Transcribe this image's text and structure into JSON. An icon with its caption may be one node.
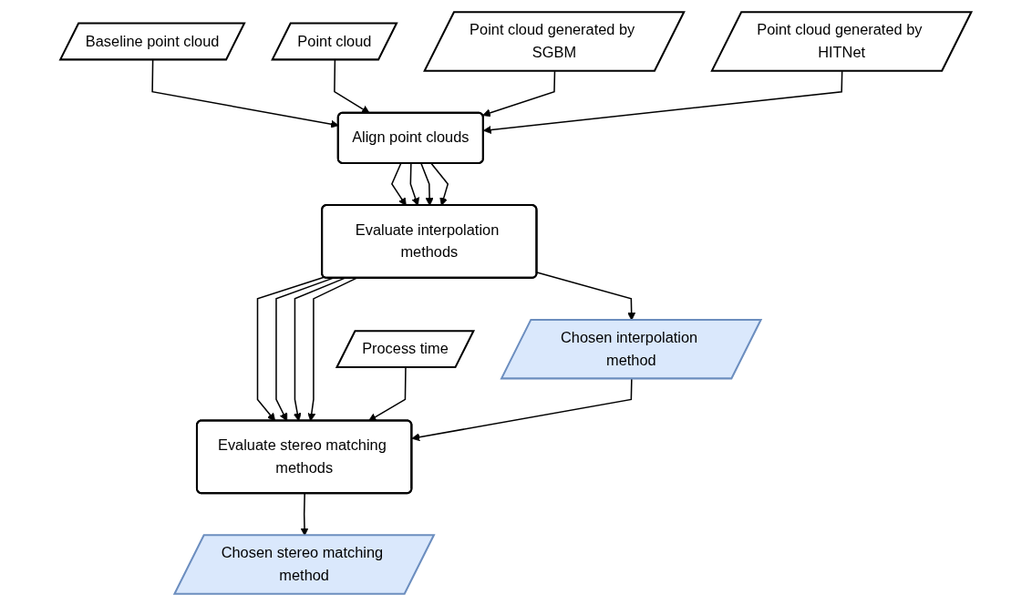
{
  "diagram": {
    "nodes": [
      {
        "text": [
          "Baseline point cloud"
        ]
      },
      {
        "text": [
          "Point cloud"
        ]
      },
      {
        "text": [
          "Point cloud generated by SGBM"
        ]
      },
      {
        "text": [
          "Point cloud generated by HITNet"
        ]
      },
      {
        "text": [
          "Align point clouds"
        ]
      },
      {
        "text": [
          "Process time"
        ]
      },
      {
        "text": [
          "Evaluate interpolation methods"
        ]
      },
      {
        "text": [
          "Chosen interpolation method"
        ]
      },
      {
        "text": [
          "Evaluate stereo matching methods"
        ]
      },
      {
        "text": [
          "Chosen stereo matching method"
        ]
      }
    ],
    "edges": [
      {
        "from": 0,
        "to": 4,
        "arrow": "to"
      },
      {
        "from": 1,
        "to": 4,
        "arrow": "to"
      },
      {
        "from": 2,
        "to": 4,
        "arrow": "to"
      },
      {
        "from": 3,
        "to": 4,
        "arrow": "to"
      },
      {
        "from": 4,
        "to": 6,
        "arrow": "to"
      },
      {
        "from": 4,
        "to": 6,
        "arrow": "to"
      },
      {
        "from": 4,
        "to": 6,
        "arrow": "to"
      },
      {
        "from": 4,
        "to": 6,
        "arrow": "to"
      },
      {
        "from": 6,
        "to": 7,
        "arrow": "to"
      },
      {
        "from": 6,
        "to": 8,
        "arrow": "to"
      },
      {
        "from": 6,
        "to": 8,
        "arrow": "to"
      },
      {
        "from": 6,
        "to": 8,
        "arrow": "to"
      },
      {
        "from": 6,
        "to": 8,
        "arrow": "to"
      },
      {
        "from": 5,
        "to": 8,
        "arrow": "to"
      },
      {
        "from": 7,
        "to": 8,
        "arrow": "to"
      },
      {
        "from": 8,
        "to": 9,
        "arrow": "to"
      }
    ]
  }
}
